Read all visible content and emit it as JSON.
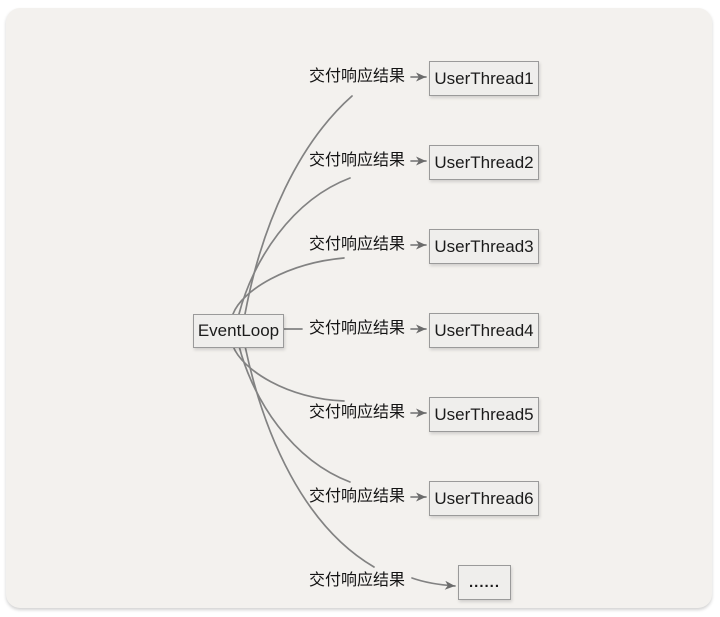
{
  "page": {
    "background": "#ffffff",
    "card_background": "#f3f1ee"
  },
  "colors": {
    "connector": "#828282",
    "arrowhead": "#6b6b6b",
    "node_fill": "#efeeec",
    "node_border": "#9a9a9a",
    "text": "#1b1b1b"
  },
  "diagram": {
    "source": {
      "label": "EventLoop"
    },
    "edges": [
      {
        "label": "交付响应结果",
        "target": "UserThread1"
      },
      {
        "label": "交付响应结果",
        "target": "UserThread2"
      },
      {
        "label": "交付响应结果",
        "target": "UserThread3"
      },
      {
        "label": "交付响应结果",
        "target": "UserThread4"
      },
      {
        "label": "交付响应结果",
        "target": "UserThread5"
      },
      {
        "label": "交付响应结果",
        "target": "UserThread6"
      },
      {
        "label": "交付响应结果",
        "target": "......"
      }
    ]
  }
}
